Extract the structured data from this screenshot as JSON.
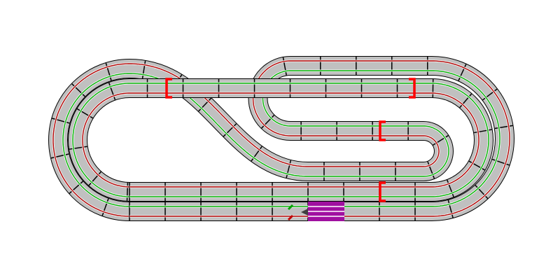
{
  "colors": {
    "background": "#ffffff",
    "track_fill": "#c0c0c0",
    "track_edge": "#000000",
    "lane_red": "#b00000",
    "lane_green": "#00b000",
    "lane_border": "#ffffff",
    "marker": "#ff0000",
    "start_grid": "#a010a0",
    "car_green": "#00a000",
    "car_red": "#c00000",
    "car_pointer": "#404040"
  },
  "layout": {
    "tracks": [
      "outer-loop",
      "inner-loop"
    ],
    "markers": 4,
    "cars": 2
  }
}
